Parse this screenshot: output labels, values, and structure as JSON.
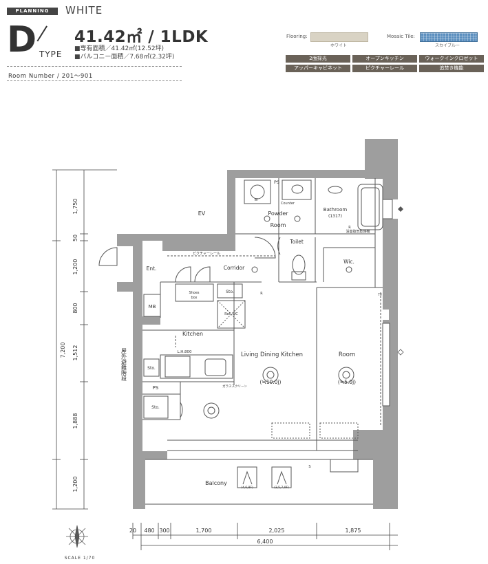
{
  "header": {
    "planning_label": "PLANNING",
    "color_scheme": "WHITE",
    "type_letter": "D",
    "type_word": "TYPE",
    "area_title": "41.42㎡ / 1LDK",
    "private_area": "■専有面積／41.42㎡(12.52坪)",
    "balcony_area": "■バルコニー面積／7.68㎡(2.32坪)",
    "room_number": "Room Number / 201～901"
  },
  "specs": {
    "flooring_label": "Flooring:",
    "flooring_color": "ホワイト",
    "flooring_hex": "#d9d3c4",
    "mosaic_label": "Mosaic Tile:",
    "mosaic_color": "スカイブルー",
    "mosaic_hex": "#5b8fbf",
    "features": [
      "2面採光",
      "オープンキッチン",
      "ウォークインクロゼット",
      "アッパーキャビネット",
      "ピクチャーレール",
      "追焚き機能"
    ]
  },
  "plan": {
    "rooms": {
      "ev": "EV",
      "powder_1": "Powder",
      "powder_2": "Room",
      "counter": "Counter",
      "bathroom": "Bathroom",
      "bath_size": "(1317)",
      "toilet": "Toilet",
      "wic": "Wic.",
      "entrance": "Ent.",
      "corridor": "Corridor",
      "picture_rail": "ピクチャーレール",
      "shoes_box_1": "Shoes",
      "shoes_box_2": "box",
      "sto_1": "Sto.",
      "sto_2": "Sto.",
      "sto_3": "Sto.",
      "ref_uc": "Ref. UC",
      "mb": "MB",
      "kitchen": "Kitchen",
      "lh": "L.H.800",
      "ps_1": "PS",
      "ps_2": "PS",
      "glass_screen": "ガラススクリーン",
      "ldk": "Living Dining Kitchen",
      "ldk_size": "(≒10.0j)",
      "room": "Room",
      "room_size": "(≒5.0j)",
      "balcony": "Balcony",
      "unit_a": "(4,6,8F)",
      "unit_b": "(3,5,7,9F)",
      "bathroom_dry": "浴室換気乾燥機",
      "stair_label": "屋外避難階段",
      "w": "W",
      "r1": "R",
      "r2": "R",
      "s": "S",
      "dw": "TV"
    },
    "dimensions_left": {
      "d1750": "1,750",
      "d50": "50",
      "d1200a": "1,200",
      "d800": "800",
      "d1512": "1,512",
      "d1888": "1,888",
      "d1200b": "1,200",
      "total": "7,200"
    },
    "dimensions_bottom": {
      "d20": "20",
      "d480": "480",
      "d300": "300",
      "d1700": "1,700",
      "d2025": "2,025",
      "d1875": "1,875",
      "total": "6,400"
    },
    "scale": "SCALE 1/70"
  }
}
